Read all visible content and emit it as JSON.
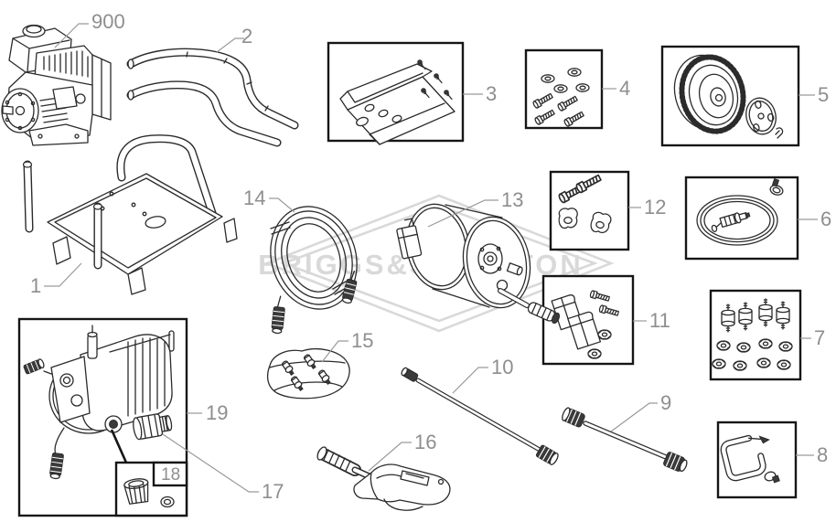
{
  "diagram": {
    "watermark": "BRIGGS&STRATTON",
    "colors": {
      "line": "#2b2b2b",
      "box_border": "#161616",
      "label": "#8e8e8e",
      "leader": "#9a9a9a",
      "watermark": "#d9d9d9",
      "background": "#ffffff"
    },
    "labels": {
      "engine": "900",
      "frame": "1",
      "handle": "2",
      "engine_base_kit": "3",
      "bolt_washer_kit": "4",
      "wheel_kit": "5",
      "hose_ring_kit": "6",
      "vibration_mount_kit": "7",
      "hook_kit": "8",
      "wand_lower": "9",
      "wand_upper": "10",
      "bracket_bolt_kit": "11",
      "knob_bolt_kit": "12",
      "hose_reel": "13",
      "high_pressure_hose": "14",
      "nozzle_kit": "15",
      "spray_gun": "16",
      "pump_fitting": "17",
      "cap_kit": "18",
      "pump_assembly": "19"
    }
  }
}
